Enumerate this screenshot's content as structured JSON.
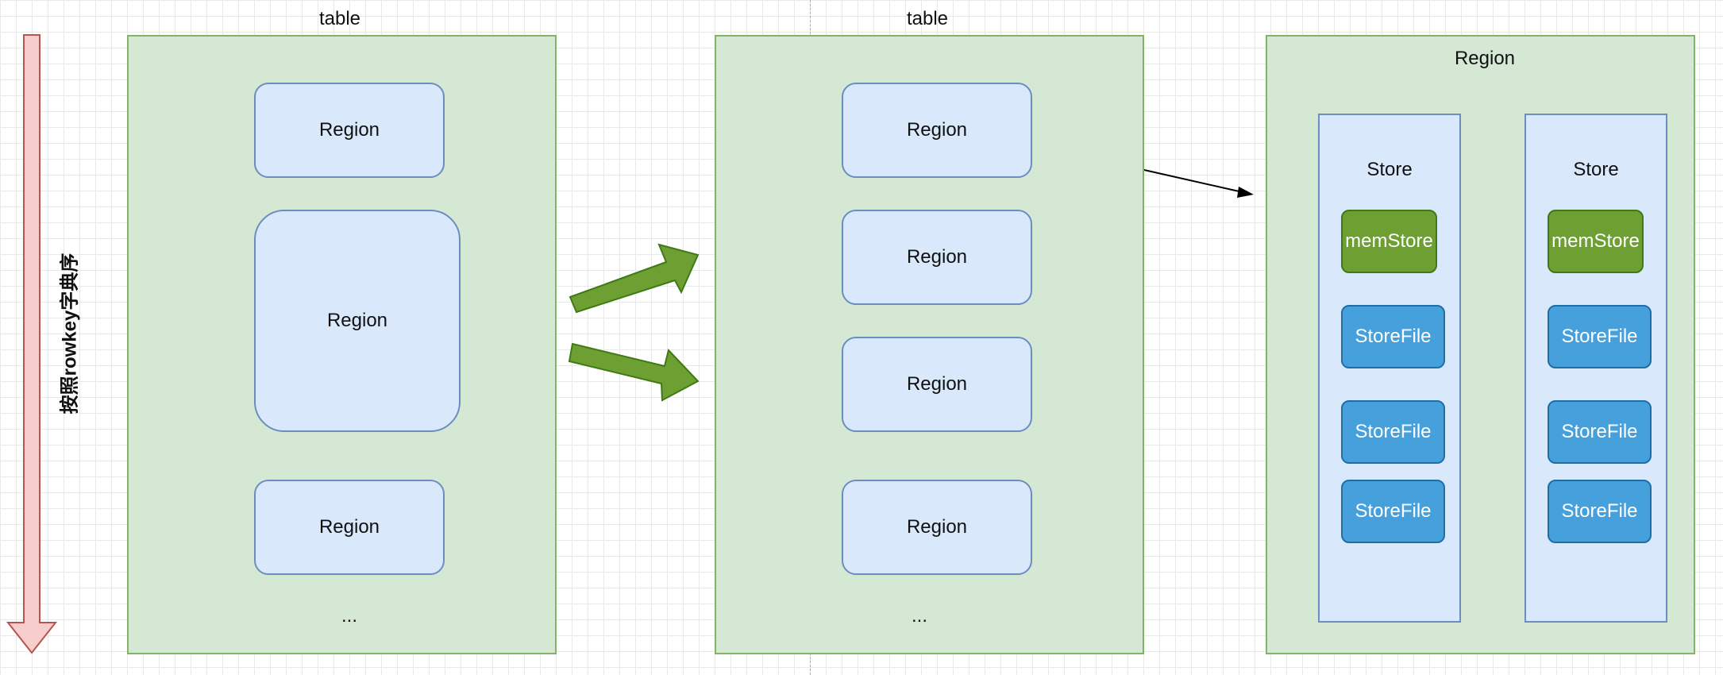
{
  "sort_label": "按照rowkey字典序",
  "tables": [
    {
      "title": "table",
      "regions": [
        "Region",
        "Region",
        "Region"
      ],
      "ellipsis": "..."
    },
    {
      "title": "table",
      "regions": [
        "Region",
        "Region",
        "Region",
        "Region"
      ],
      "ellipsis": "..."
    }
  ],
  "region_detail": {
    "title": "Region",
    "stores": [
      {
        "title": "Store",
        "memstore": "memStore",
        "storefiles": [
          "StoreFile",
          "StoreFile",
          "StoreFile"
        ]
      },
      {
        "title": "Store",
        "memstore": "memStore",
        "storefiles": [
          "StoreFile",
          "StoreFile",
          "StoreFile"
        ]
      }
    ]
  },
  "colors": {
    "table_fill": "#d5e8d4",
    "region_fill": "#dae8fc",
    "memstore_fill": "#6d9f33",
    "storefile_fill": "#45a0dc",
    "arrow_fill": "#6d9f33",
    "down_arrow_fill": "#f8cecc"
  }
}
